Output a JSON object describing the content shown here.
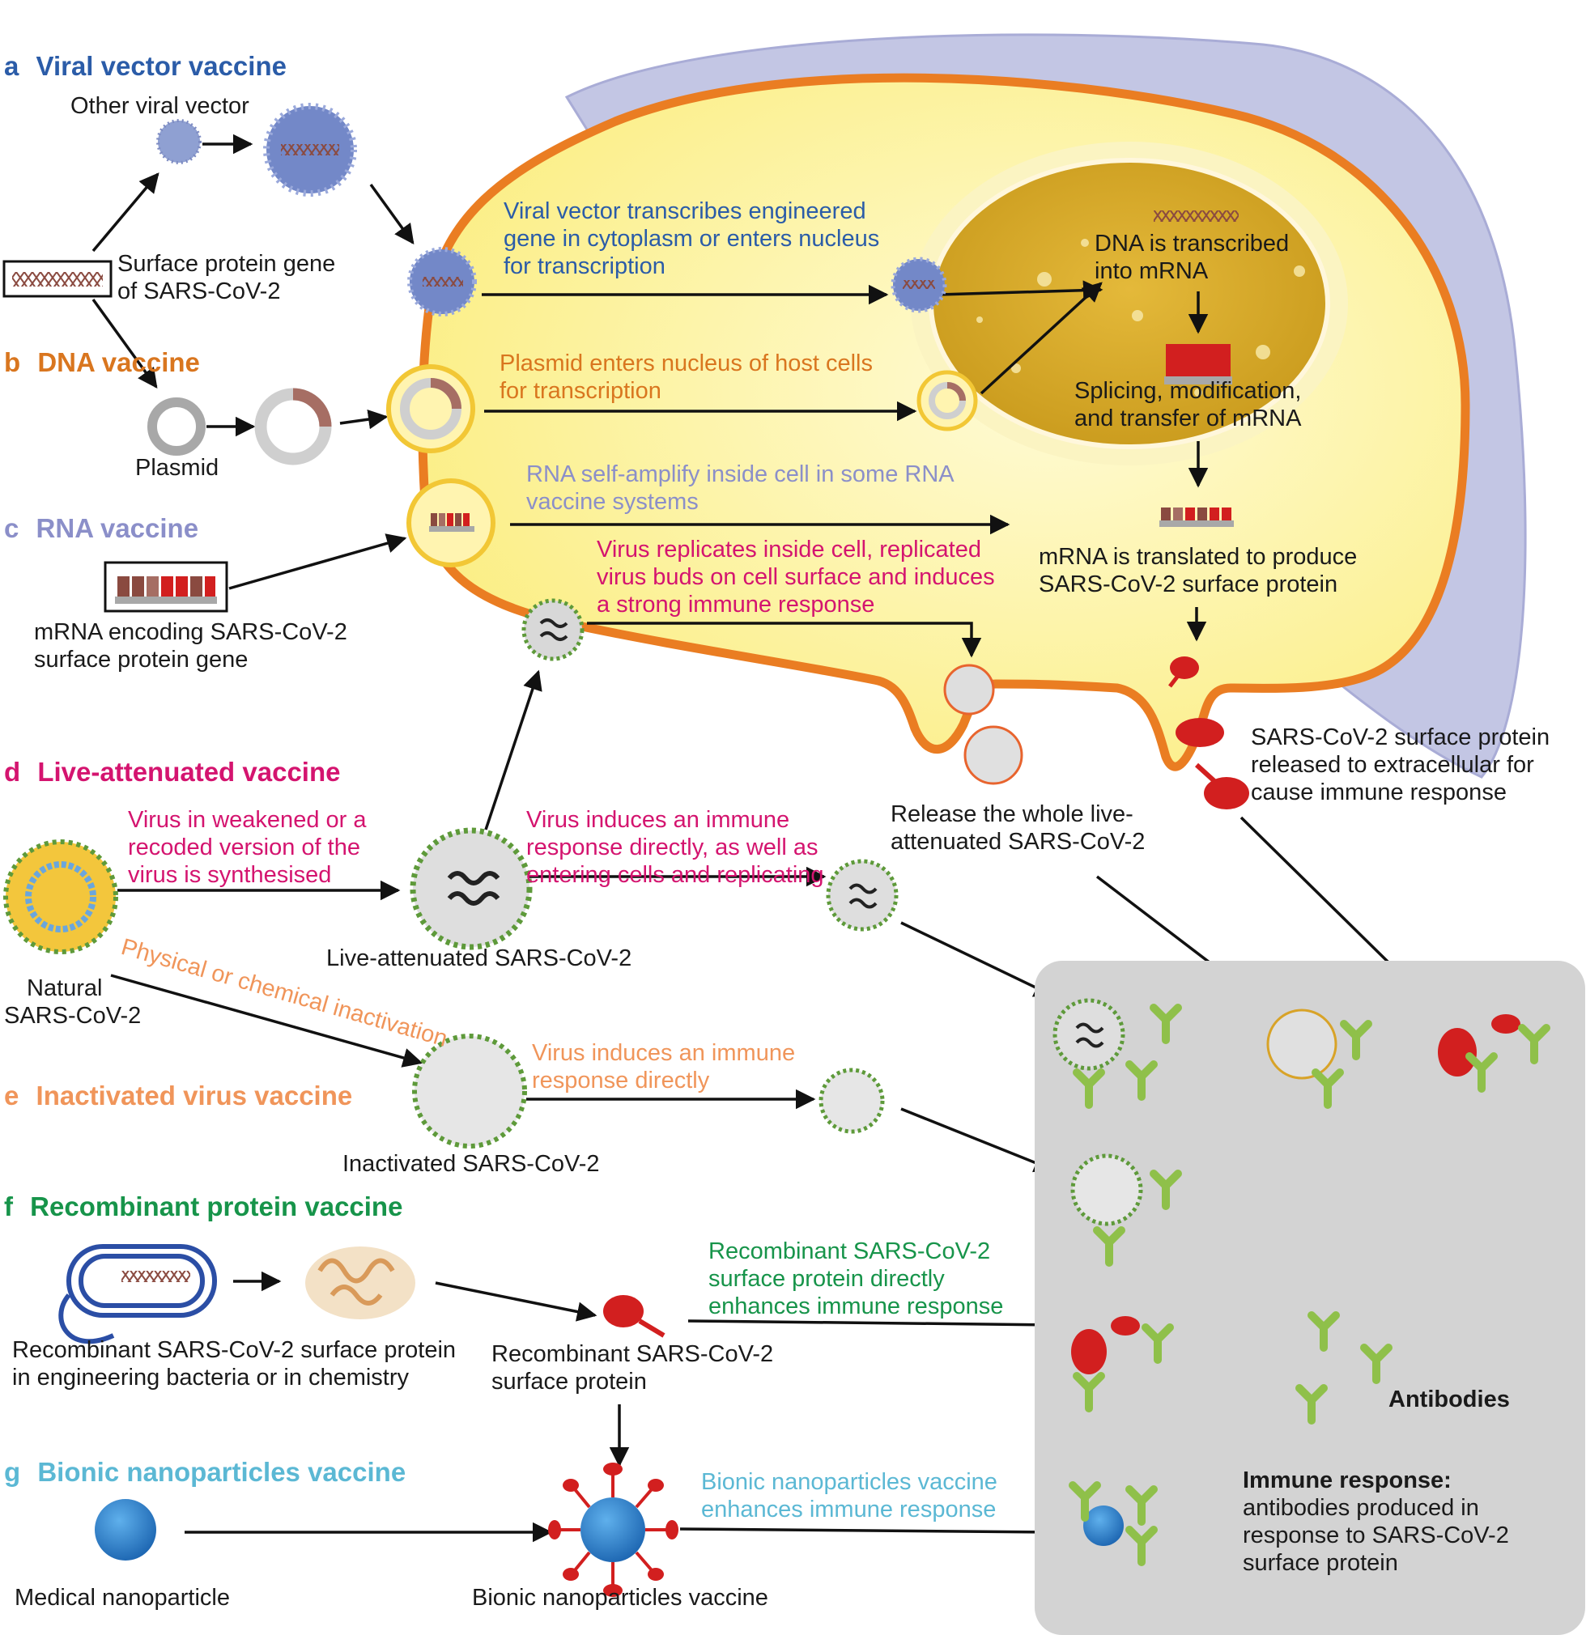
{
  "colors": {
    "viral_vector": "#2b5ca8",
    "dna": "#d9761f",
    "rna": "#8b8fc9",
    "live_attenuated": "#d4146f",
    "inactivated": "#f0955a",
    "recombinant": "#17944a",
    "bionic": "#5bb8d4"
  },
  "sections": {
    "a": {
      "letter": "a",
      "title": "Viral vector vaccine"
    },
    "b": {
      "letter": "b",
      "title": "DNA vaccine"
    },
    "c": {
      "letter": "c",
      "title": "RNA vaccine"
    },
    "d": {
      "letter": "d",
      "title": "Live-attenuated vaccine"
    },
    "e": {
      "letter": "e",
      "title": "Inactivated virus vaccine"
    },
    "f": {
      "letter": "f",
      "title": "Recombinant protein vaccine"
    },
    "g": {
      "letter": "g",
      "title": "Bionic nanoparticles vaccine"
    }
  },
  "labels": {
    "other_viral_vector": "Other viral vector",
    "surface_gene": [
      "Surface protein gene",
      "of SARS-CoV-2"
    ],
    "plasmid": "Plasmid",
    "mrna_encoding": [
      "mRNA encoding SARS-CoV-2",
      "surface protein gene"
    ],
    "natural_virus": [
      "Natural",
      "SARS-CoV-2"
    ],
    "live_attenuated_virus": "Live-attenuated SARS-CoV-2",
    "inactivated_virus": "Inactivated SARS-CoV-2",
    "recombinant_bacteria": [
      "Recombinant SARS-CoV-2 surface protein",
      "in engineering bacteria or in chemistry"
    ],
    "recombinant_protein": [
      "Recombinant SARS-CoV-2",
      "surface protein"
    ],
    "medical_nanoparticle": "Medical nanoparticle",
    "bionic_vaccine": "Bionic nanoparticles vaccine",
    "dna_transcribed": [
      "DNA is transcribed",
      "into mRNA"
    ],
    "splicing": [
      "Splicing, modification,",
      "and transfer of mRNA"
    ],
    "mrna_translated": [
      "mRNA is translated to produce",
      "SARS-CoV-2 surface protein"
    ],
    "release_whole": [
      "Release the whole live-",
      "attenuated SARS-CoV-2"
    ],
    "surface_released": [
      "SARS-CoV-2 surface protein",
      "released to extracellular for",
      "cause immune response"
    ],
    "antibodies": "Antibodies",
    "immune_title": "Immune response:",
    "immune_desc": [
      "antibodies produced in",
      "response to SARS-CoV-2",
      "surface protein"
    ]
  },
  "pathway_notes": {
    "viral_vector": [
      "Viral vector transcribes engineered",
      "gene in cytoplasm or enters nucleus",
      "for transcription"
    ],
    "plasmid": [
      "Plasmid enters nucleus of host cells",
      "for transcription"
    ],
    "rna": [
      "RNA self-amplify inside cell in some RNA",
      "vaccine systems"
    ],
    "replicates": [
      "Virus replicates inside cell, replicated",
      "virus buds on cell surface and induces",
      "a strong immune response"
    ],
    "weakened": [
      "Virus in weakened or a",
      "recoded version of the",
      "virus is synthesised"
    ],
    "induces_direct_enter": [
      "Virus induces an immune",
      "response directly, as well as",
      "entering cells and replicating"
    ],
    "inactivation": "Physical or chemical inactivation",
    "induces_direct": [
      "Virus induces an immune",
      "response directly"
    ],
    "recombinant": [
      "Recombinant SARS-CoV-2",
      "surface protein directly",
      "enhances immune response"
    ],
    "bionic": [
      "Bionic nanoparticles vaccine",
      "enhances immune response"
    ]
  }
}
